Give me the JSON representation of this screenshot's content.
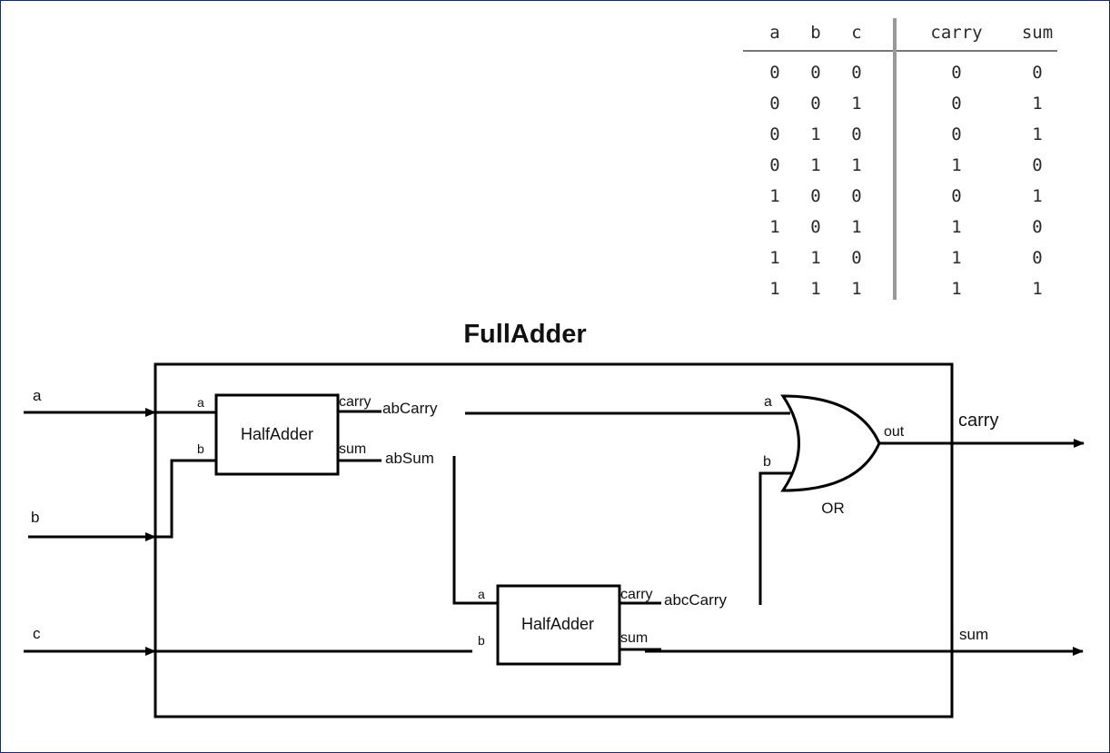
{
  "truth_table": {
    "headers": [
      "a",
      "b",
      "c",
      "carry",
      "sum"
    ],
    "rows": [
      [
        "0",
        "0",
        "0",
        "0",
        "0"
      ],
      [
        "0",
        "0",
        "1",
        "0",
        "1"
      ],
      [
        "0",
        "1",
        "0",
        "0",
        "1"
      ],
      [
        "0",
        "1",
        "1",
        "1",
        "0"
      ],
      [
        "1",
        "0",
        "0",
        "0",
        "1"
      ],
      [
        "1",
        "0",
        "1",
        "1",
        "0"
      ],
      [
        "1",
        "1",
        "0",
        "1",
        "0"
      ],
      [
        "1",
        "1",
        "1",
        "1",
        "1"
      ]
    ]
  },
  "diagram": {
    "title": "FullAdder",
    "inputs": {
      "a": "a",
      "b": "b",
      "c": "c"
    },
    "outputs": {
      "carry": "carry",
      "sum": "sum"
    },
    "half_adder_1": {
      "name": "HalfAdder",
      "port_a": "a",
      "port_b": "b",
      "port_carry": "carry",
      "port_sum": "sum"
    },
    "half_adder_2": {
      "name": "HalfAdder",
      "port_a": "a",
      "port_b": "b",
      "port_carry": "carry",
      "port_sum": "sum"
    },
    "or_gate": {
      "name": "OR",
      "port_a": "a",
      "port_b": "b",
      "port_out": "out"
    },
    "wires": {
      "ab_carry": "abCarry",
      "ab_sum": "abSum",
      "abc_carry": "abcCarry"
    }
  }
}
